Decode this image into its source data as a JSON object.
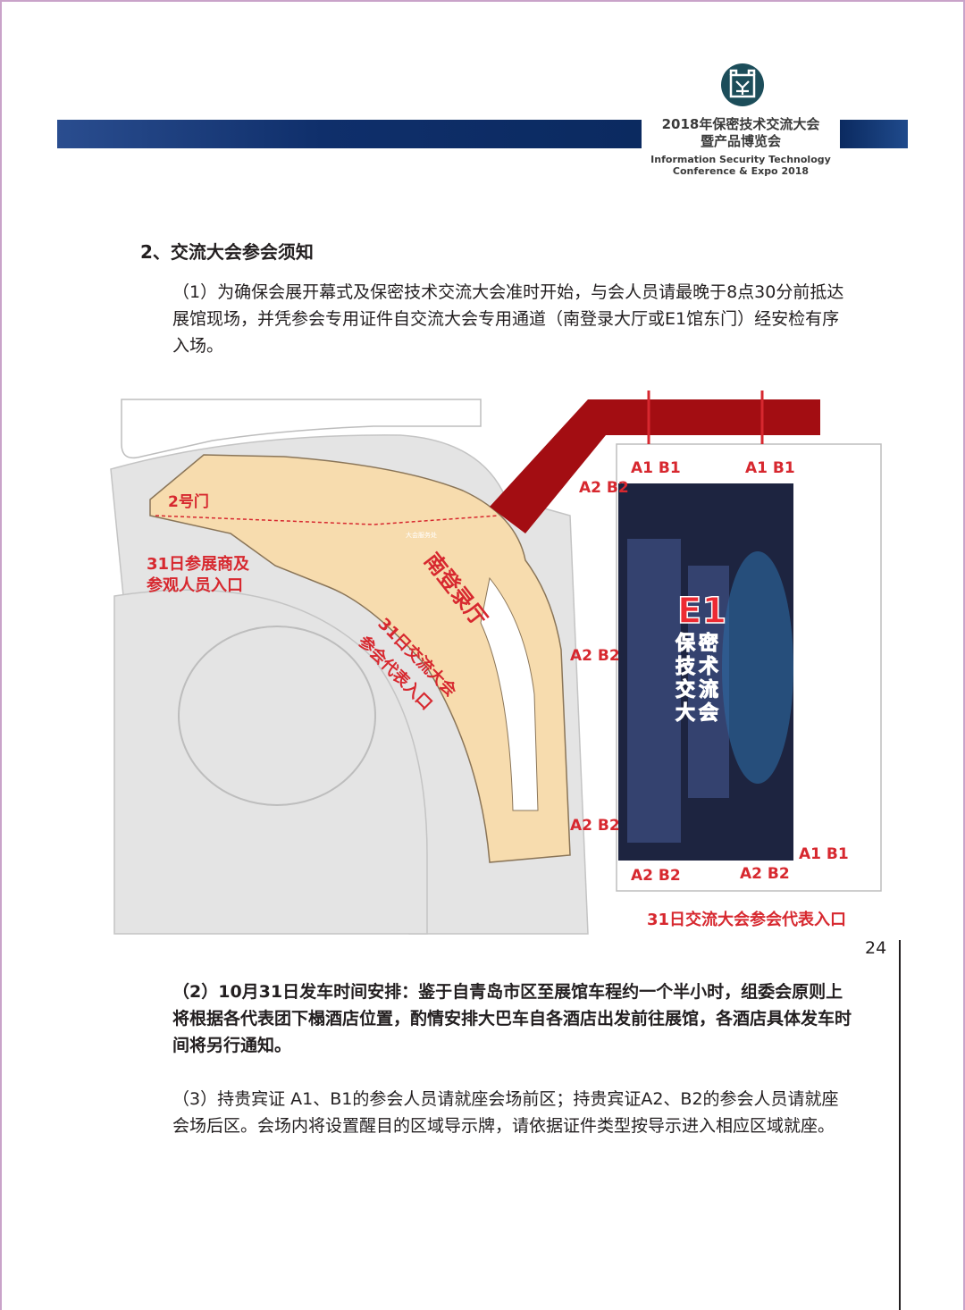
{
  "header": {
    "title_line1": "2018年保密技术交流大会",
    "title_line2": "暨产品博览会",
    "en_line1": "Information Security Technology",
    "en_line2": "Conference & Expo 2018"
  },
  "section": {
    "title": "2、交流大会参会须知",
    "para1": "（1）为确保会展开幕式及保密技术交流大会准时开始，与会人员请最晚于8点30分前抵达展馆现场，并凭参会专用证件自交流大会专用通道（南登录大厅或E1馆东门）经安检有序入场。",
    "para2": "（2）10月31日发车时间安排：鉴于自青岛市区至展馆车程约一个半小时，组委会原则上将根据各代表团下榻酒店位置，酌情安排大巴车自各酒店出发前往展馆，各酒店具体发车时间将另行通知。",
    "para3": "（3）持贵宾证 A1、B1的参会人员请就座会场前区；持贵宾证A2、B2的参会人员请就座会场后区。会场内将设置醒目的区域导示牌，请依据证件类型按导示进入相应区域就座。"
  },
  "map": {
    "gate2": "2号门",
    "exhibitor_entry_line1": "31日参展商及",
    "exhibitor_entry_line2": "参观人员入口",
    "south_hall": "南登录厅",
    "delegate_entry_line1": "31日交流大会",
    "delegate_entry_line2": "参会代表入口",
    "hall_label": "E1",
    "hall_sub": [
      "保",
      "密",
      "技",
      "术",
      "交",
      "流",
      "大",
      "会"
    ],
    "zone_a1b1": "A1 B1",
    "zone_a2b2": "A2 B2",
    "east_entry": "31日交流大会参会代表入口",
    "small_sign": "大会服务处",
    "colors": {
      "route_red": "#d7282f",
      "hall_beige": "#f7dcae",
      "road_gray": "#e4e4e4",
      "corridor": "#a30d12",
      "hall_dark": "#1d2440"
    }
  },
  "page_number": "24"
}
